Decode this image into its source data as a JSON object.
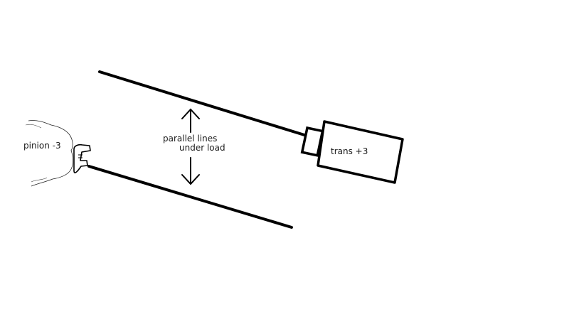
{
  "labels": {
    "pinion": "pinion -3",
    "parallel_line1": "parallel lines",
    "parallel_line2": "under load",
    "trans": "trans +3"
  },
  "colors": {
    "background": "#ffffff",
    "stroke": "#000000",
    "text": "#1a1a1a"
  },
  "icons": {
    "pinion": "pinion-yoke-sketch",
    "transmission": "transmission-box-sketch",
    "arrow_up": "arrow-up-icon",
    "arrow_down": "arrow-down-icon"
  }
}
